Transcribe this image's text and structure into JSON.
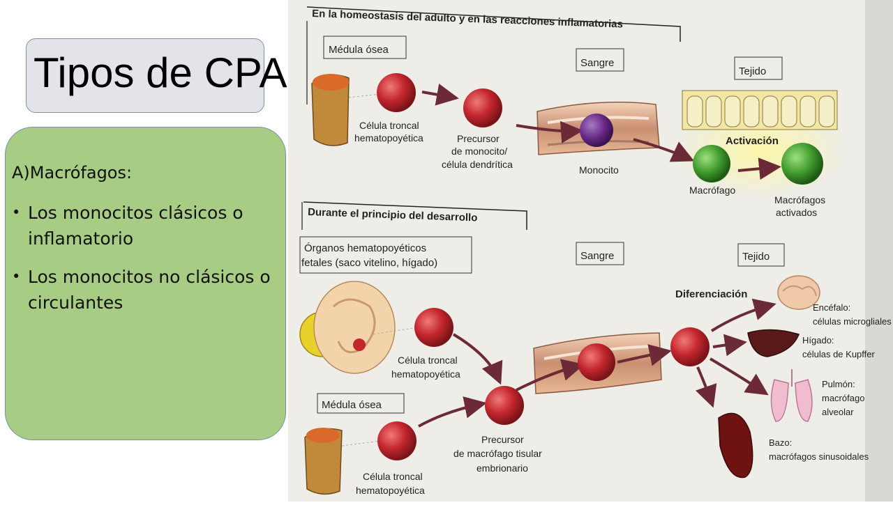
{
  "slide": {
    "title": "Tipos de CPA",
    "heading": "A)Macrófagos:",
    "bullets": [
      "Los monocitos clásicos o inflamatorio",
      "Los monocitos no clásicos o circulantes"
    ]
  },
  "figure": {
    "top_section": {
      "header": "En la homeostasis del adulto y en las reacciones inflamatorias",
      "medula": "Médula ósea",
      "sangre": "Sangre",
      "tejido": "Tejido",
      "celula_troncal": [
        "Célula troncal",
        "hematopoyética"
      ],
      "precursor": [
        "Precursor",
        "de monocito/",
        "célula dendrítica"
      ],
      "monocito": "Monocito",
      "activacion": "Activación",
      "macrofago": "Macrófago",
      "macrofagos_activados": [
        "Macrófagos",
        "activados"
      ]
    },
    "bottom_section": {
      "header": "Durante el principio del desarrollo",
      "organos": [
        "Órganos hematopoyéticos",
        "fetales (saco vitelino, hígado)"
      ],
      "sangre": "Sangre",
      "tejido": "Tejido",
      "diferenciacion": "Diferenciación",
      "celula_troncal": [
        "Célula troncal",
        "hematopoyética"
      ],
      "medula": "Médula ósea",
      "precursor": [
        "Precursor",
        "de macrófago tisular",
        "embrionario"
      ],
      "celula_troncal_2": [
        "Célula troncal",
        "hematopoyética"
      ],
      "encefalo": [
        "Encéfalo:",
        "células microgliales"
      ],
      "higado": [
        "Hígado:",
        "células de Kupffer"
      ],
      "pulmon": [
        "Pulmón:",
        "macrófago",
        "alveolar"
      ],
      "bazo": [
        "Bazo:",
        "macrófagos sinusoidales"
      ]
    }
  },
  "colors": {
    "title_box": "#e3e4e9",
    "content_box": "#a6cd83",
    "cell_red": "#c4262e",
    "monocyte_purple": "#6a2a88",
    "macrophage_green": "#3f9a2c",
    "arrow": "#6b2a35"
  }
}
